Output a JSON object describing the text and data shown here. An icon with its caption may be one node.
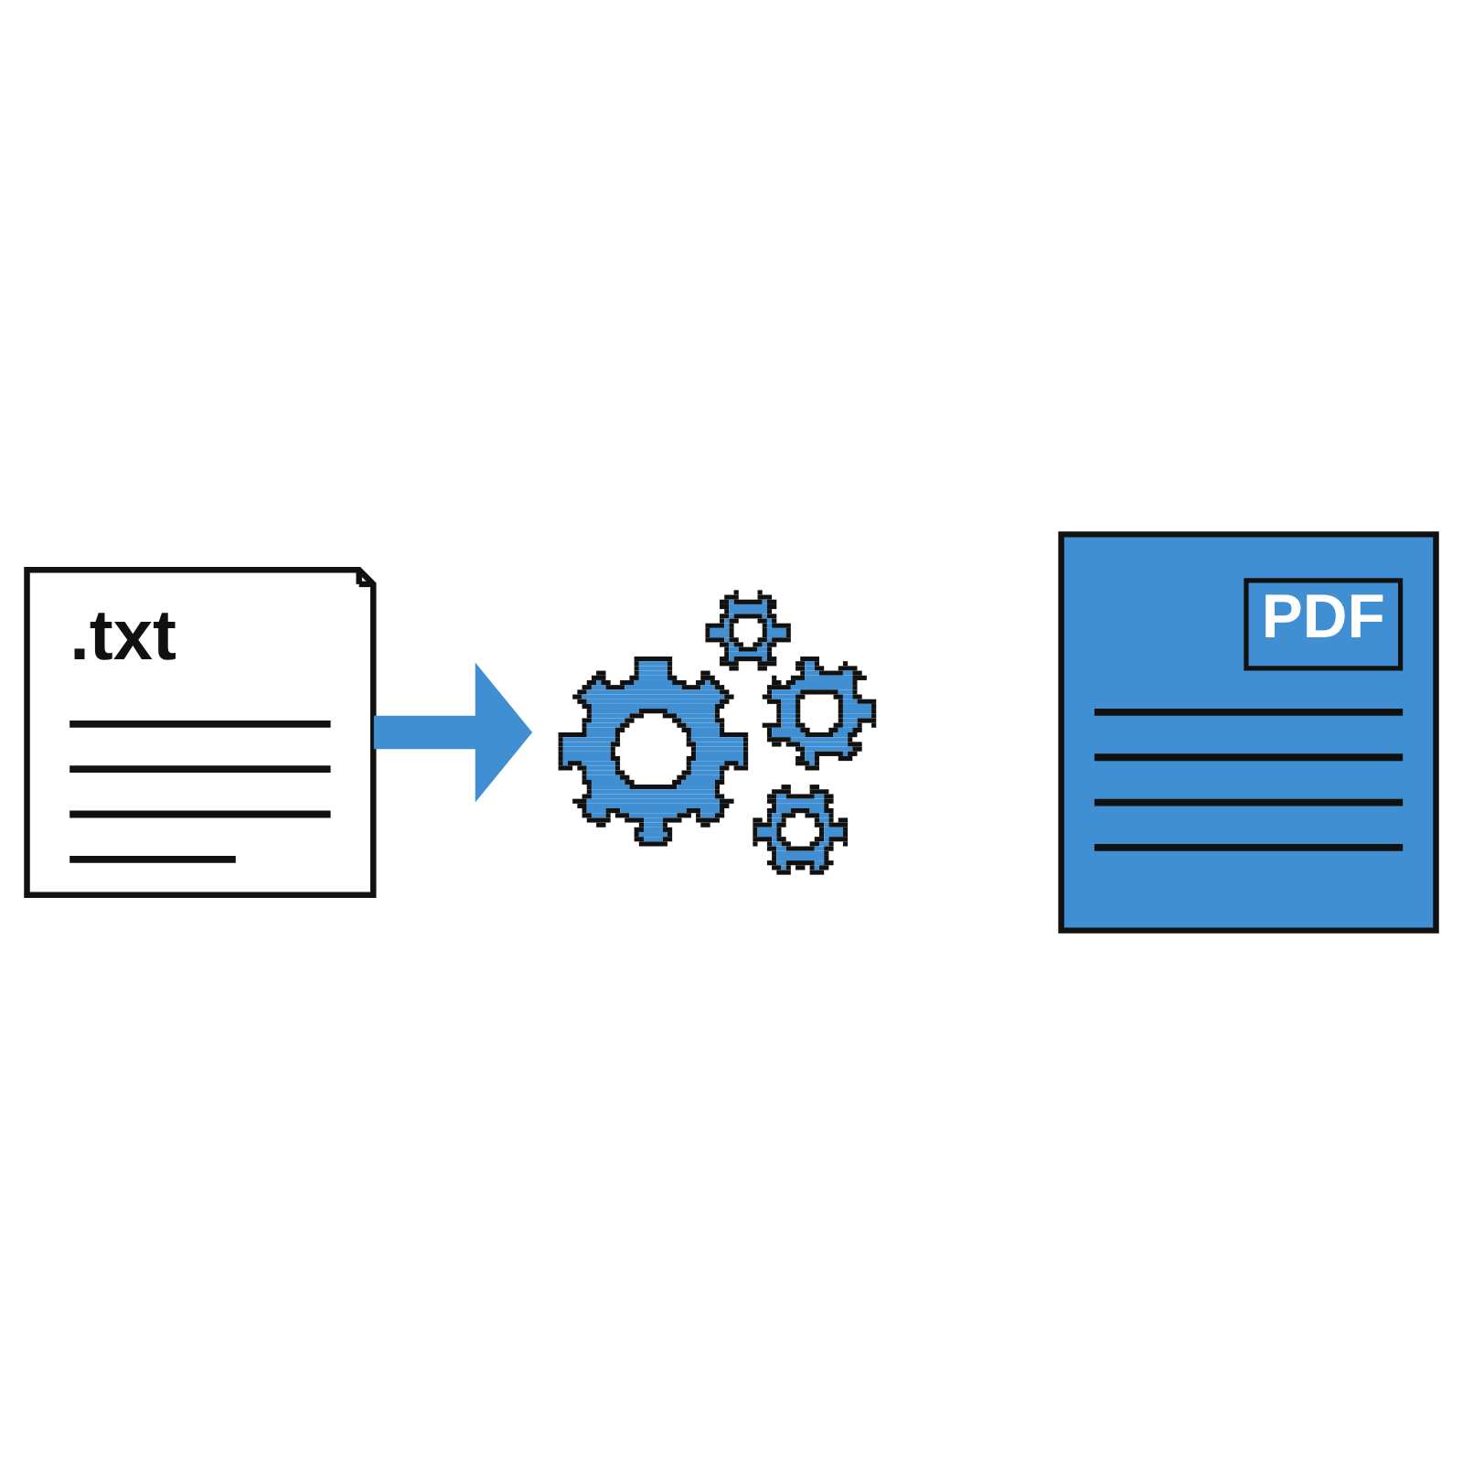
{
  "diagram": {
    "nodes": [
      {
        "text": [
          ".txt"
        ]
      },
      {
        "text": [],
        "shape": "picture"
      },
      {
        "text": [
          "PDF"
        ]
      }
    ],
    "edges": [
      {
        "from": 0,
        "to": 1,
        "arrow": "to",
        "color": "#3f8fd2"
      }
    ]
  }
}
